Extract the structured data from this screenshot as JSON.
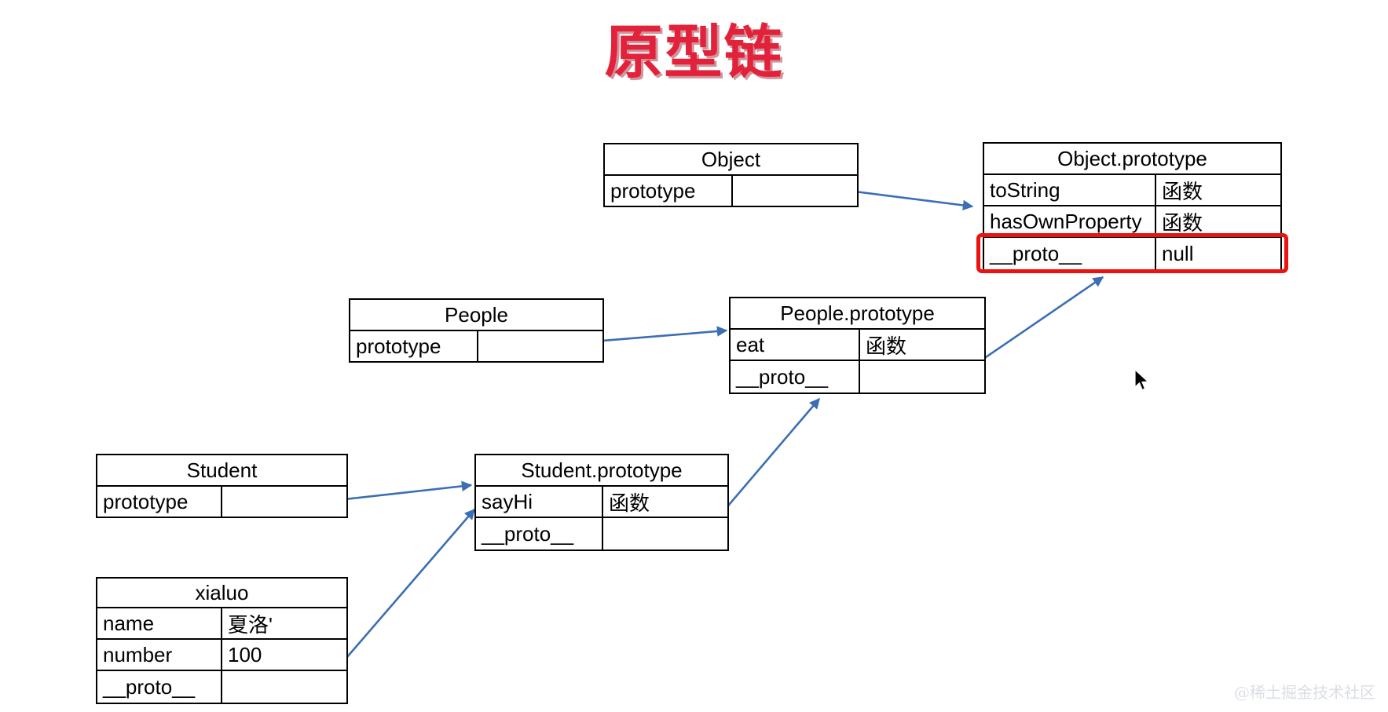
{
  "title": "原型链",
  "title_color": "#e2223a",
  "watermark": "@稀土掘金技术社区",
  "arrow_color": "#3b6eb5",
  "highlight_color": "#ee1111",
  "tables": {
    "object": {
      "header": "Object",
      "rows": [
        {
          "key": "prototype",
          "value": ""
        }
      ]
    },
    "object_prototype": {
      "header": "Object.prototype",
      "rows": [
        {
          "key": "toString",
          "value": "函数"
        },
        {
          "key": "hasOwnProperty",
          "value": "函数"
        },
        {
          "key": "__proto__",
          "value": "null"
        }
      ]
    },
    "people": {
      "header": "People",
      "rows": [
        {
          "key": "prototype",
          "value": ""
        }
      ]
    },
    "people_prototype": {
      "header": "People.prototype",
      "rows": [
        {
          "key": "eat",
          "value": "函数"
        },
        {
          "key": "__proto__",
          "value": ""
        }
      ]
    },
    "student": {
      "header": "Student",
      "rows": [
        {
          "key": "prototype",
          "value": ""
        }
      ]
    },
    "student_prototype": {
      "header": "Student.prototype",
      "rows": [
        {
          "key": "sayHi",
          "value": "函数"
        },
        {
          "key": "__proto__",
          "value": ""
        }
      ]
    },
    "xialuo": {
      "header": "xialuo",
      "rows": [
        {
          "key": "name",
          "value": "夏洛'"
        },
        {
          "key": "number",
          "value": "100"
        },
        {
          "key": "__proto__",
          "value": ""
        }
      ]
    }
  }
}
